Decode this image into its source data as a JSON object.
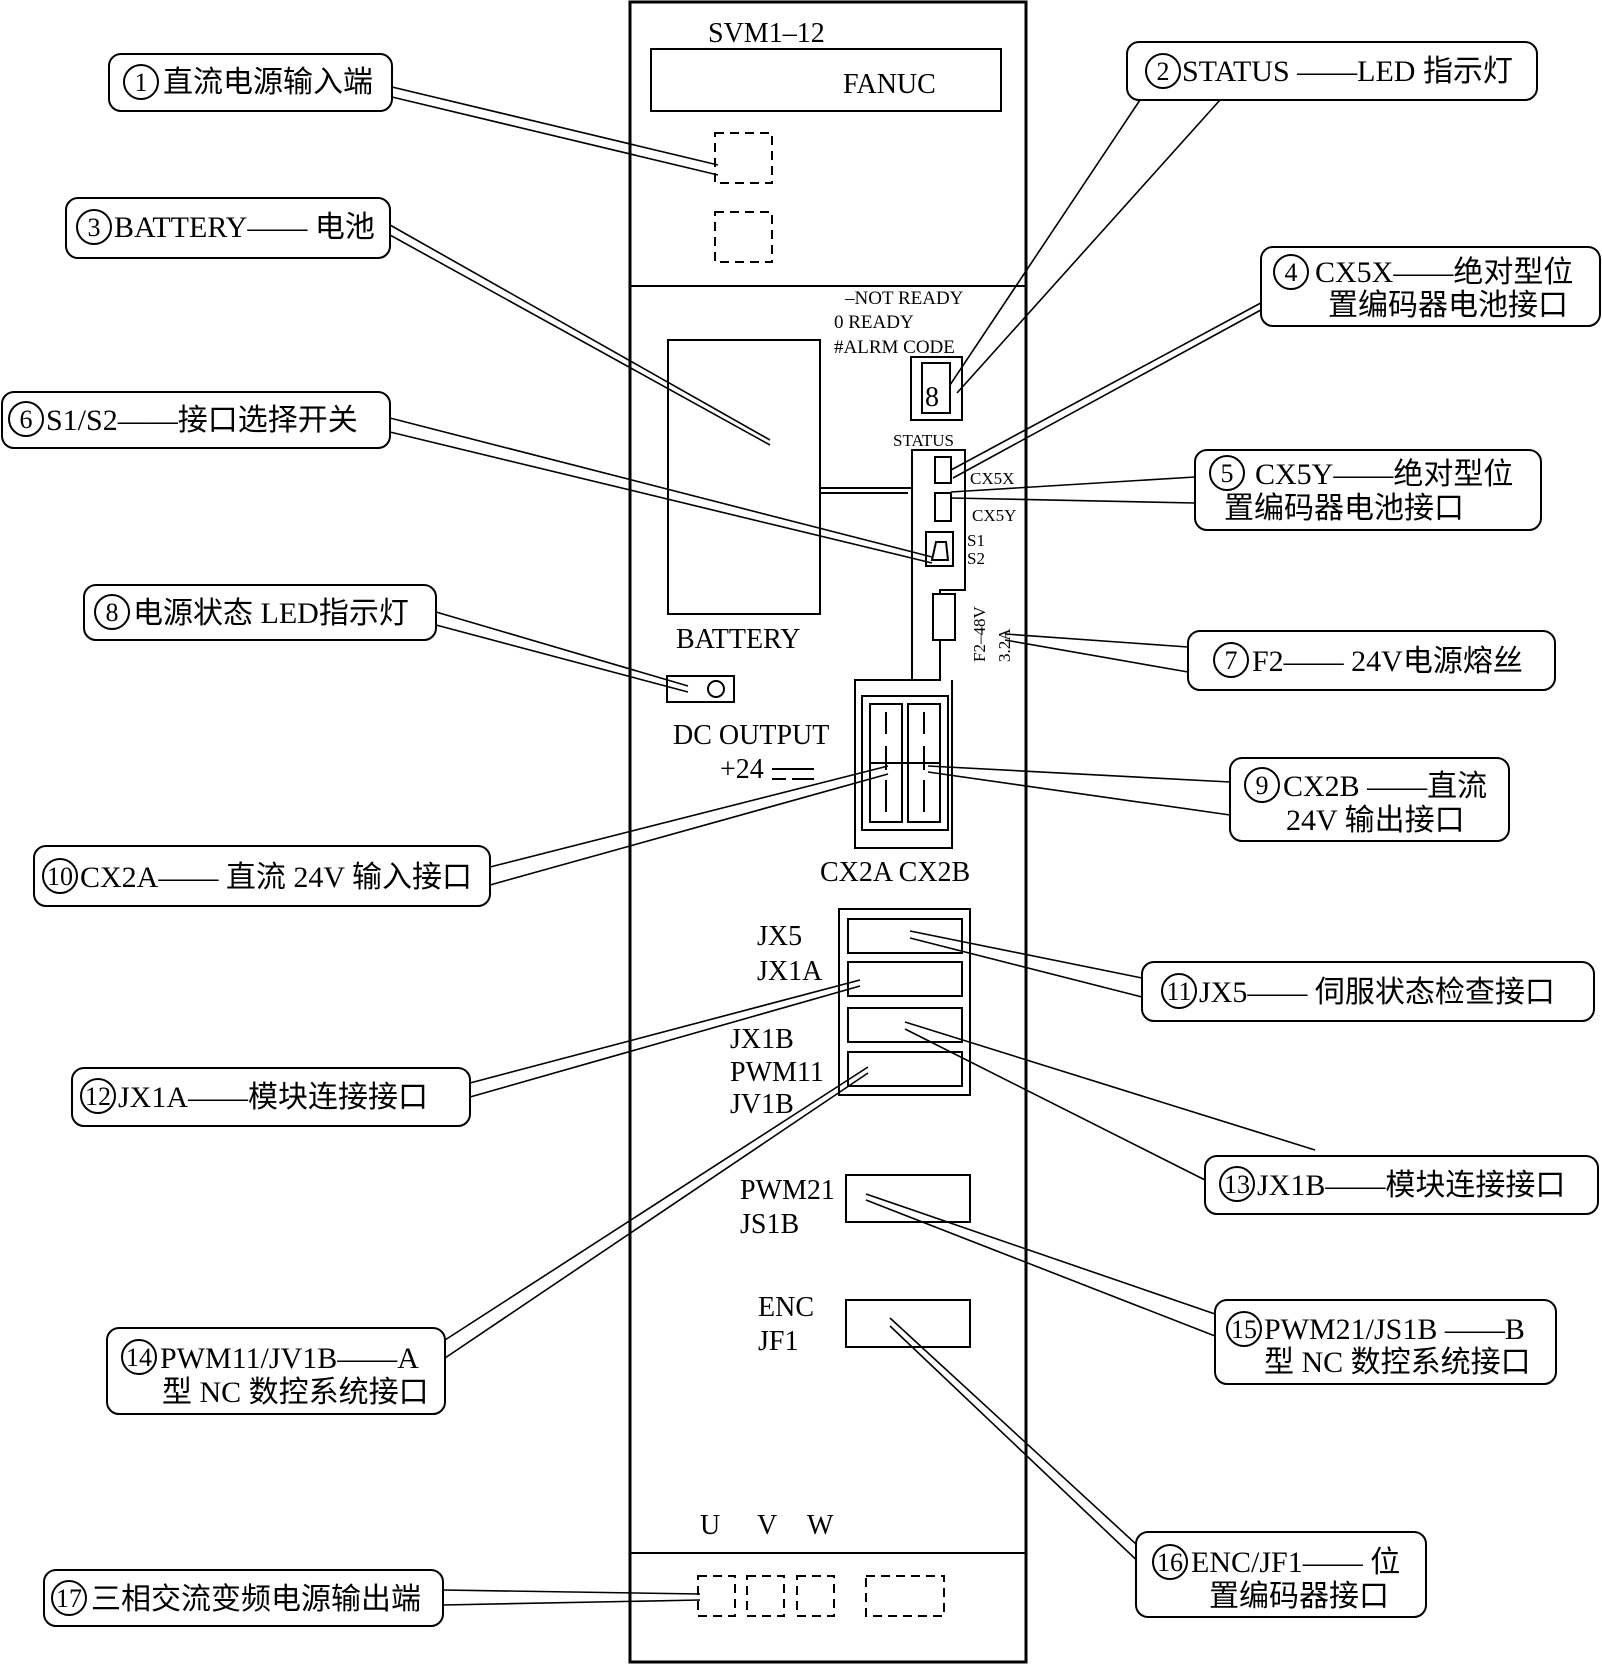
{
  "module": {
    "model": "SVM1–12",
    "brand": "FANUC",
    "status_legend": [
      "–NOT READY",
      "0 READY",
      "#ALRM CODE"
    ],
    "status_digit": "8",
    "status_label": "STATUS",
    "cx5x": "CX5X",
    "cx5y": "CX5Y",
    "s1": "S1",
    "s2": "S2",
    "fuse_v": "F2–48V",
    "fuse_a": "3.2A",
    "battery": "BATTERY",
    "dc_output": "DC OUTPUT",
    "dc_plus24": "+24",
    "cx2": "CX2A CX2B",
    "jx5": "JX5",
    "jx1a": "JX1A",
    "jx1b": "JX1B",
    "pwm11": "PWM11",
    "jv1b": "JV1B",
    "pwm21": "PWM21",
    "js1b": "JS1B",
    "enc": "ENC",
    "jf1": "JF1",
    "u": "U",
    "v": "V",
    "w": "W"
  },
  "callouts": [
    {
      "num": "1",
      "lines": [
        "直流电源输入端"
      ]
    },
    {
      "num": "2",
      "lines": [
        "STATUS ——LED 指示灯"
      ]
    },
    {
      "num": "3",
      "lines": [
        "BATTERY—— 电池"
      ]
    },
    {
      "num": "4",
      "lines": [
        "CX5X——绝对型位",
        "置编码器电池接口"
      ]
    },
    {
      "num": "5",
      "lines": [
        "CX5Y——绝对型位",
        "置编码器电池接口"
      ]
    },
    {
      "num": "6",
      "lines": [
        "S1/S2——接口选择开关"
      ]
    },
    {
      "num": "7",
      "lines": [
        "F2—— 24V电源熔丝"
      ]
    },
    {
      "num": "8",
      "lines": [
        "电源状态 LED指示灯"
      ]
    },
    {
      "num": "9",
      "lines": [
        "CX2B ——直流",
        "24V 输出接口"
      ]
    },
    {
      "num": "10",
      "lines": [
        "CX2A—— 直流 24V 输入接口"
      ]
    },
    {
      "num": "11",
      "lines": [
        "JX5—— 伺服状态检查接口"
      ]
    },
    {
      "num": "12",
      "lines": [
        "JX1A——模块连接接口"
      ]
    },
    {
      "num": "13",
      "lines": [
        "JX1B——模块连接接口"
      ]
    },
    {
      "num": "14",
      "lines": [
        "PWM11/JV1B——A",
        "型 NC 数控系统接口"
      ]
    },
    {
      "num": "15",
      "lines": [
        "PWM21/JS1B ——B",
        "型 NC 数控系统接口"
      ]
    },
    {
      "num": "16",
      "lines": [
        "ENC/JF1—— 位",
        "置编码器接口"
      ]
    },
    {
      "num": "17",
      "lines": [
        "三相交流变频电源输出端"
      ]
    }
  ]
}
